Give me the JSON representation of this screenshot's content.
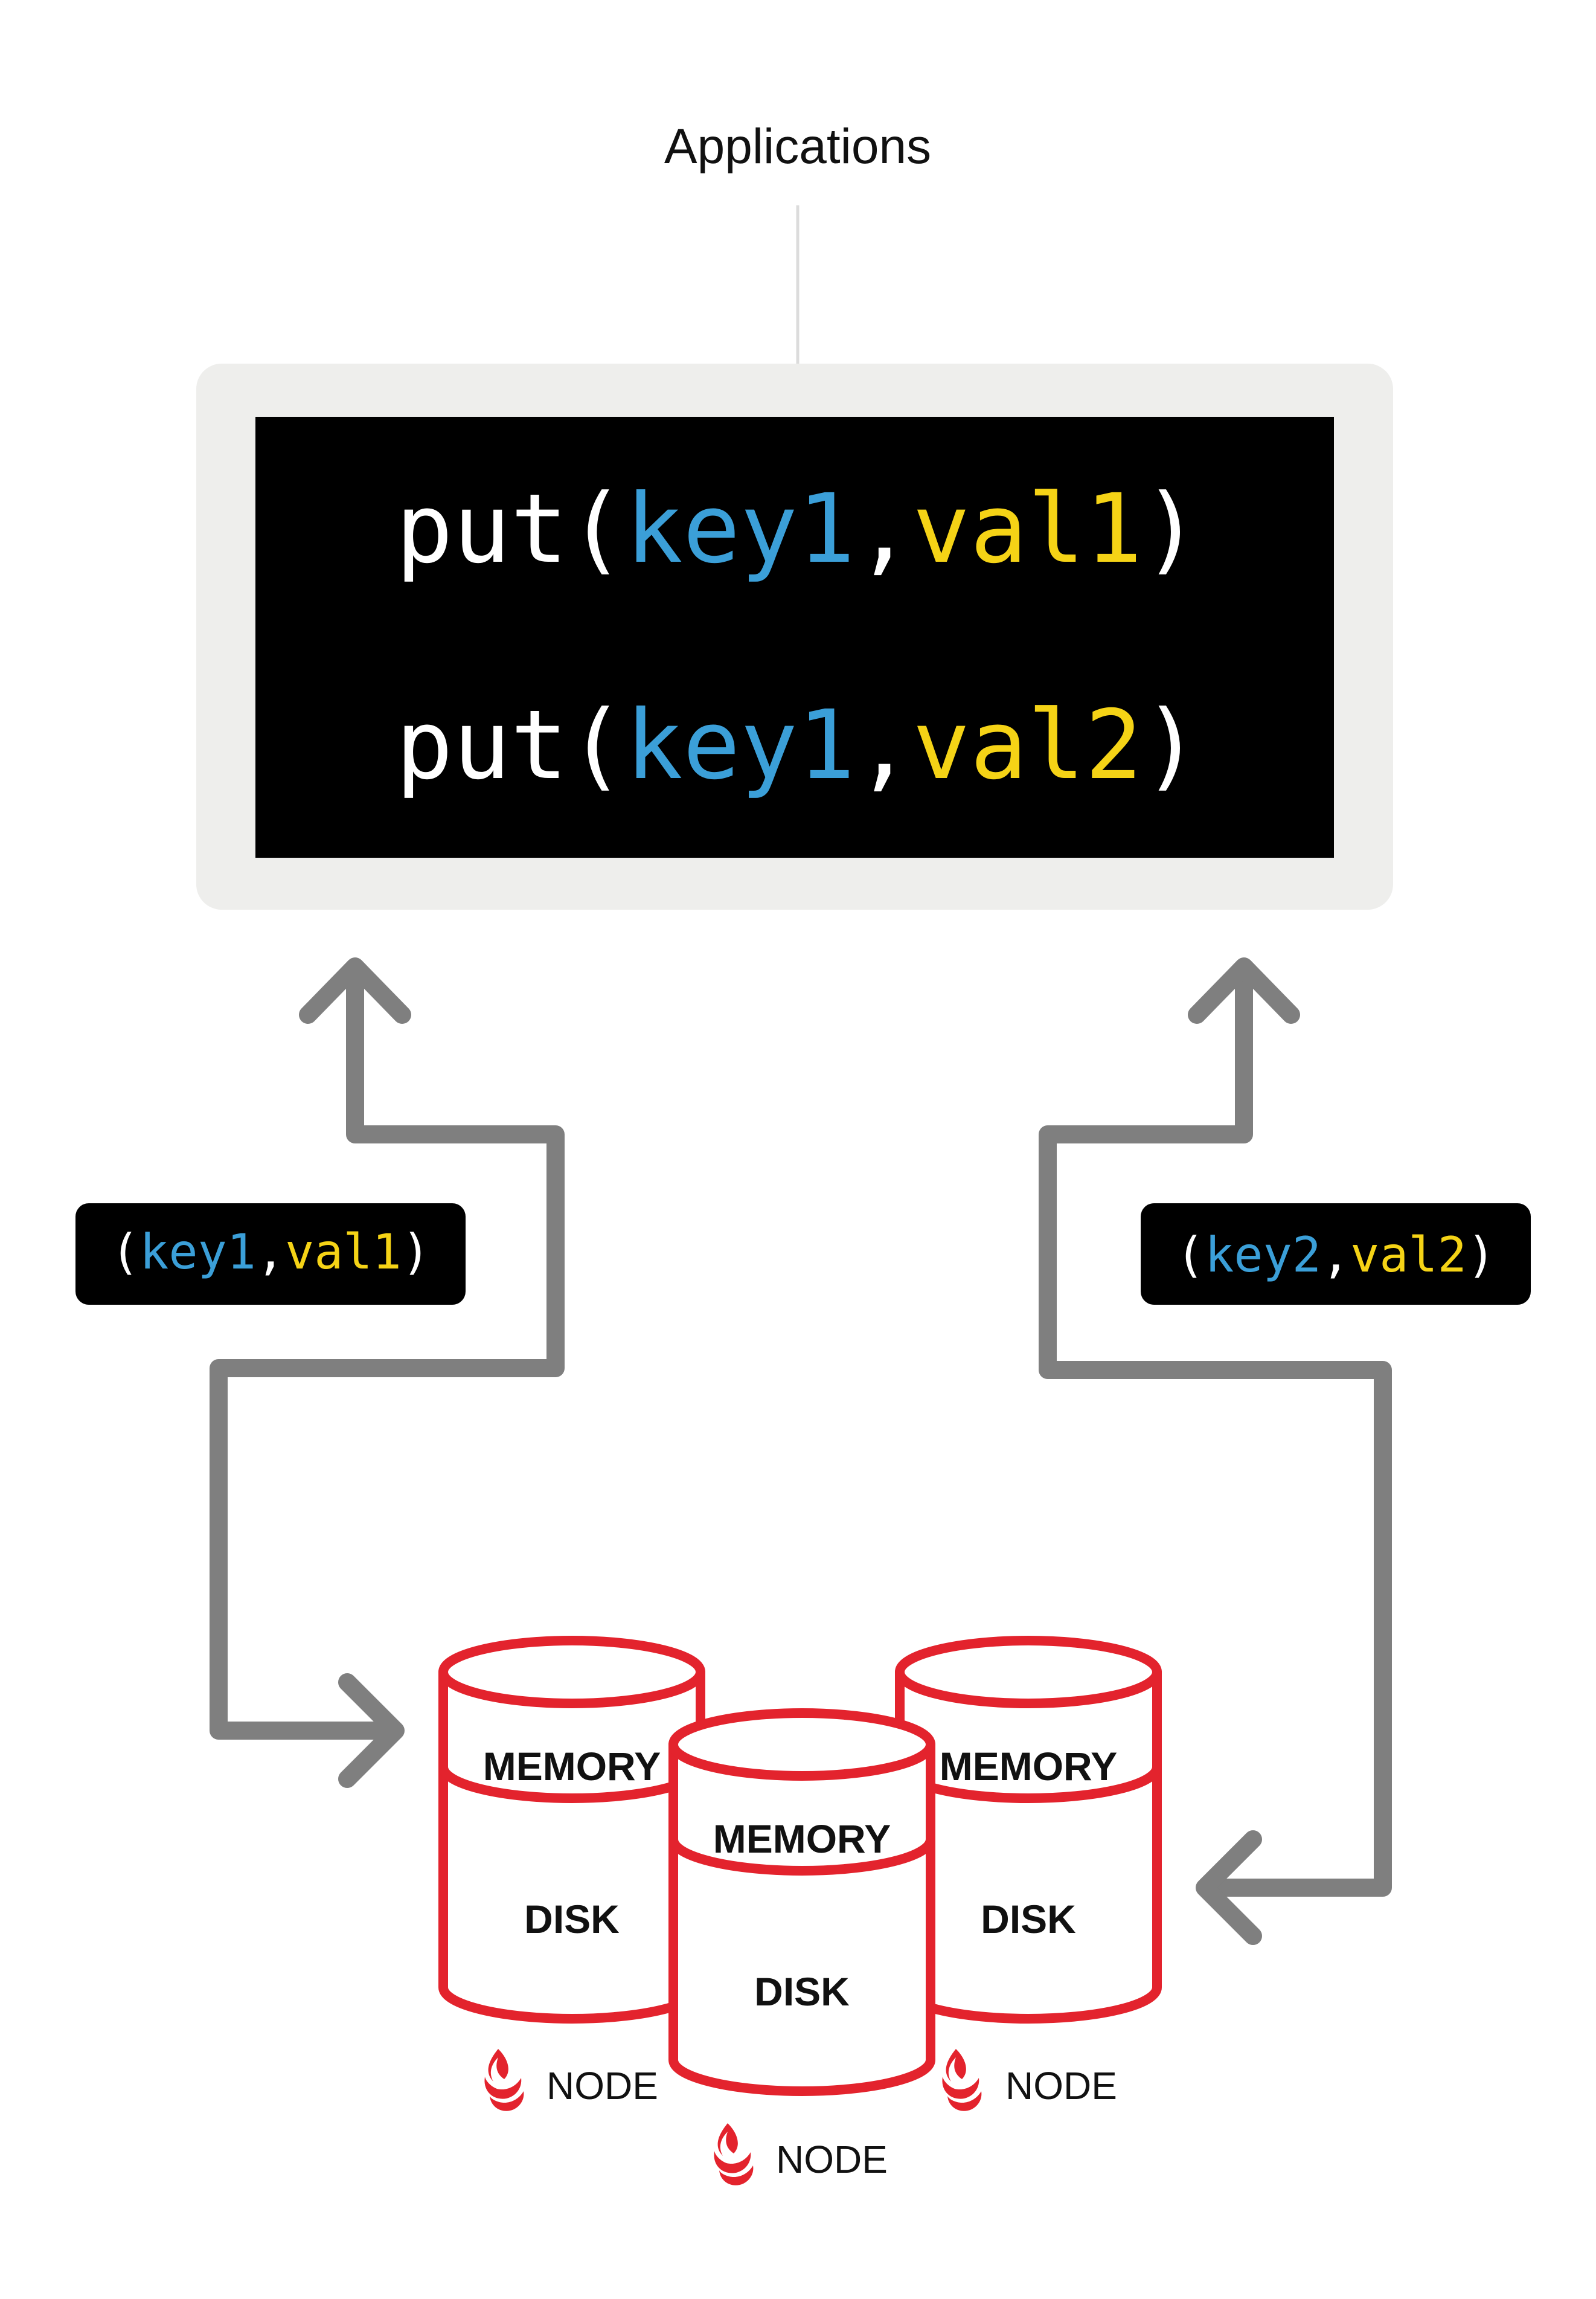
{
  "title": "Applications",
  "colors": {
    "key": "#3b9fd8",
    "value": "#f5d316",
    "code_text": "#ffffff",
    "code_bg": "#000000",
    "panel_bg": "#eeeeec",
    "arrow": "#7f7f7f",
    "node": "#e3232d"
  },
  "code_lines": [
    {
      "fn": "put(",
      "key": "key1",
      "comma": ",",
      "val": "val1",
      "close": ")"
    },
    {
      "fn": "put(",
      "key": "key1",
      "comma": ",",
      "val": "val2",
      "close": ")"
    }
  ],
  "left_tag": {
    "open": "(",
    "key": "key1",
    "comma": ",",
    "val": "val1",
    "close": ")"
  },
  "right_tag": {
    "open": "(",
    "key": "key2",
    "comma": ",",
    "val": "val2",
    "close": ")"
  },
  "nodes": [
    {
      "memory": "MEMORY",
      "disk": "DISK",
      "label": "NODE",
      "icon": "flame-logo-icon"
    },
    {
      "memory": "MEMORY",
      "disk": "DISK",
      "label": "NODE",
      "icon": "flame-logo-icon"
    },
    {
      "memory": "MEMORY",
      "disk": "DISK",
      "label": "NODE",
      "icon": "flame-logo-icon"
    }
  ]
}
